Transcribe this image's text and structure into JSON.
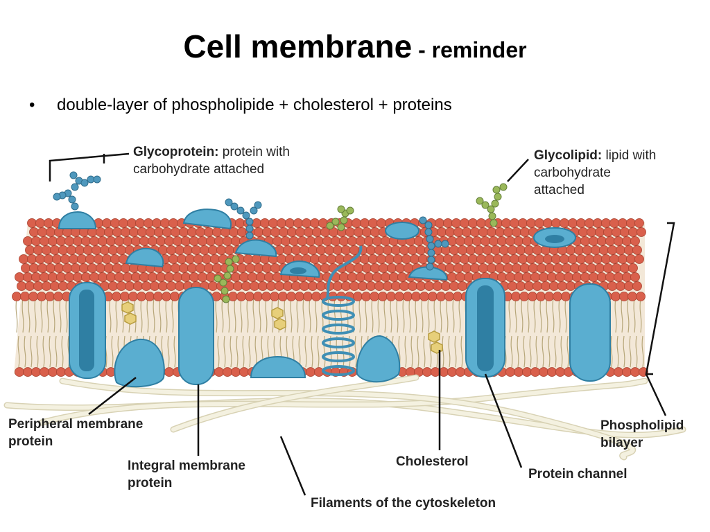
{
  "title": {
    "main": "Cell membrane",
    "suffix": " - reminder"
  },
  "bullet": {
    "symbol": "•",
    "text": "double-layer of phospholipide + cholesterol + proteins"
  },
  "labels": {
    "glycoprotein": {
      "bold": "Glycoprotein:",
      "line1": " protein with",
      "line2": "carbohydrate attached"
    },
    "glycolipid": {
      "bold": "Glycolipid:",
      "line1": " lipid with",
      "line2": "carbohydrate",
      "line3": "attached"
    },
    "peripheral": {
      "line1": "Peripheral membrane",
      "line2": "protein"
    },
    "integral": {
      "line1": "Integral membrane",
      "line2": "protein"
    },
    "filaments": "Filaments of the cytoskeleton",
    "cholesterol": "Cholesterol",
    "channel": "Protein channel",
    "bilayer": {
      "line1": "Phospholipid",
      "line2": "bilayer"
    }
  },
  "colors": {
    "lipid_head": "#d9604c",
    "lipid_head_edge": "#a8412f",
    "protein": "#5aaed0",
    "protein_dark": "#2f7fa3",
    "carb_blue": "#4f98bd",
    "carb_green": "#9ab85a",
    "cholesterol": "#e7cf7a",
    "filament": "#efecd6",
    "tail": "#b7a77a"
  }
}
